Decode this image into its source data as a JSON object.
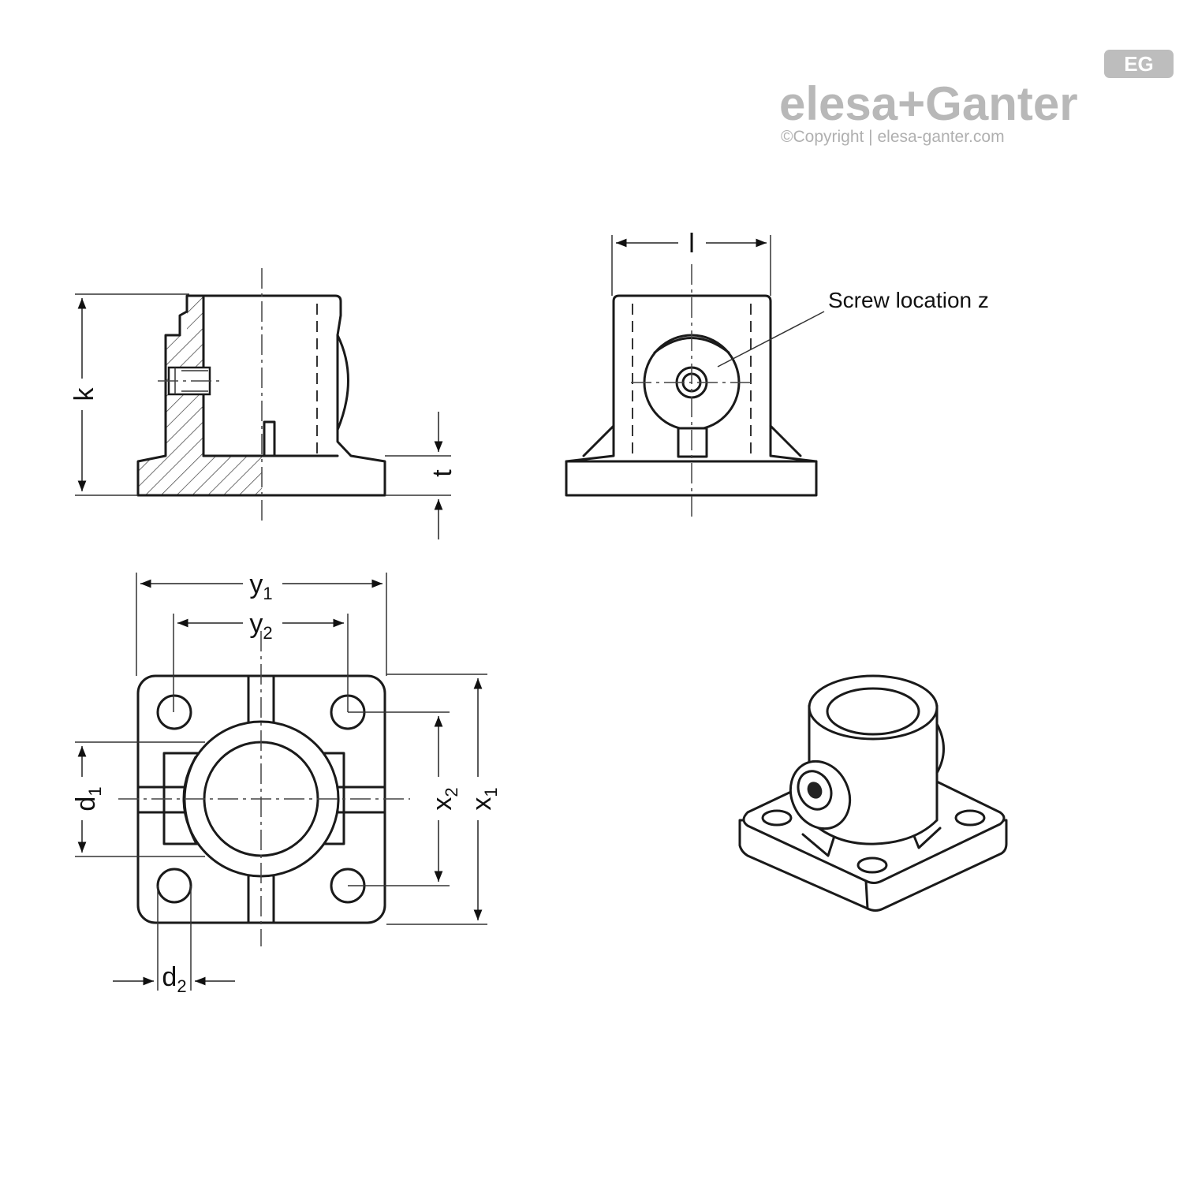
{
  "brand": {
    "logo_text": "elesa+Ganter",
    "badge_text": "EG",
    "copyright": "©Copyright | elesa-ganter.com"
  },
  "side_view": {
    "dim_k": "k",
    "dim_t": "t"
  },
  "front_view": {
    "dim_l": "l",
    "screw_note": "Screw location z"
  },
  "top_view": {
    "dim_y": "y",
    "dim_y1_sub": "1",
    "dim_y2_sub": "2",
    "dim_x": "x",
    "dim_x1_sub": "1",
    "dim_x2_sub": "2",
    "dim_d": "d",
    "dim_d1_sub": "1",
    "dim_d2_sub": "2"
  }
}
